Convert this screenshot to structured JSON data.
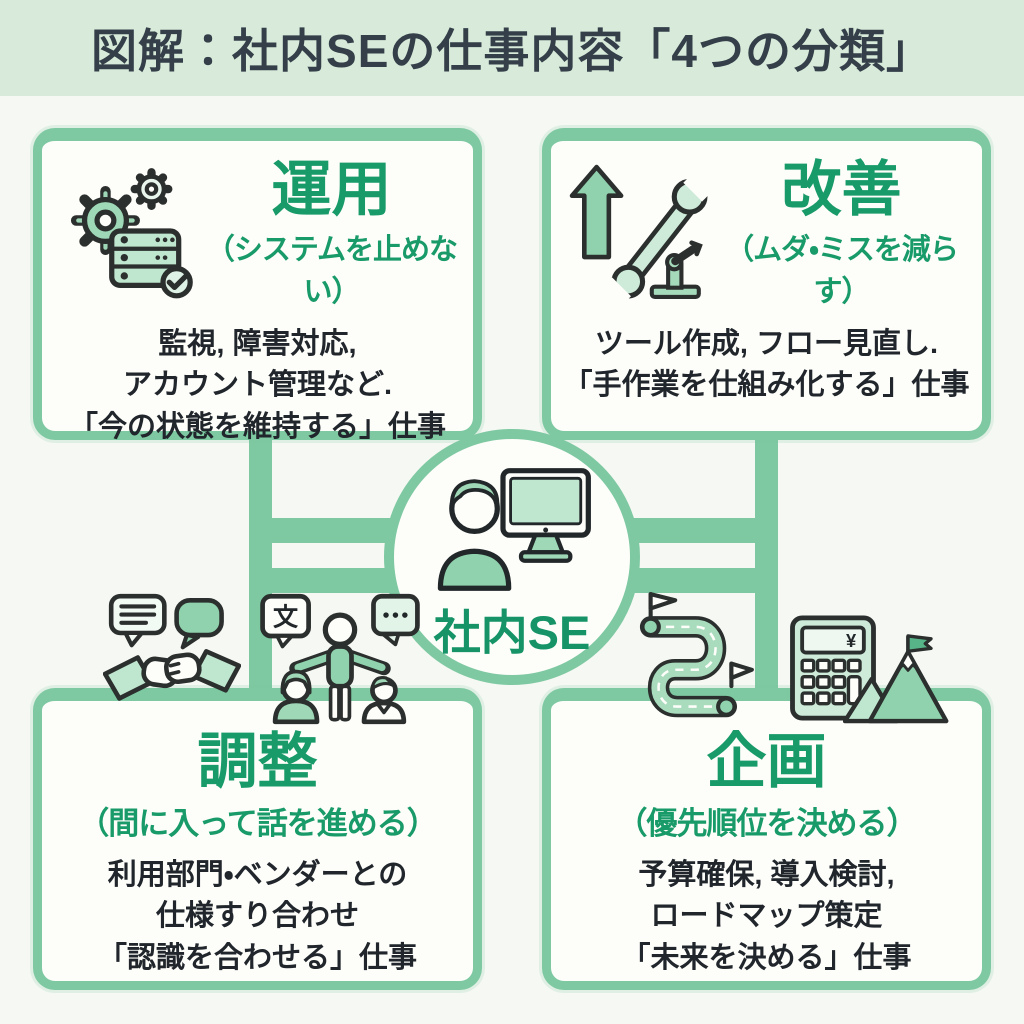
{
  "title": "図解：社内SEの仕事内容「4つの分類」",
  "center": {
    "label": "社内SE",
    "icon": "person-computer-icon"
  },
  "colors": {
    "accent_green": "#189a69",
    "connector_green": "#7ec9a2",
    "band_bg": "#d8ebda",
    "title_text": "#343f49",
    "body_text": "#20262b",
    "card_bg": "#fdfdfa",
    "page_bg": "#f6f8f3"
  },
  "cards": [
    {
      "id": "operation",
      "title": "運用",
      "subtitle": "（システムを止めない）",
      "body": [
        "監視, 障害対応,",
        "アカウント管理など.",
        "「今の状態を維持する」仕事"
      ],
      "icons": [
        "gears-server-icon"
      ]
    },
    {
      "id": "improvement",
      "title": "改善",
      "subtitle": "（ムダ・ミスを減らす）",
      "body": [
        "ツール作成, フロー見直し.",
        "「手作業を仕組み化する」仕事"
      ],
      "icons": [
        "arrow-wrench-robot-icon"
      ]
    },
    {
      "id": "coordination",
      "title": "調整",
      "subtitle": "（間に入って話を進める）",
      "body": [
        "利用部門・ベンダーとの",
        "仕様すり合わせ",
        "「認識を合わせる」仕事"
      ],
      "icons": [
        "handshake-chat-icon",
        "mediator-people-icon"
      ]
    },
    {
      "id": "planning",
      "title": "企画",
      "subtitle": "（優先順位を決める）",
      "body": [
        "予算確保, 導入検討,",
        "ロードマップ策定",
        "「未来を決める」仕事"
      ],
      "icons": [
        "roadmap-flags-icon",
        "calculator-icon",
        "mountain-flag-icon"
      ]
    }
  ],
  "icon_glyphs": {
    "mediator_bubble_char": "文",
    "calculator_display": "¥"
  }
}
